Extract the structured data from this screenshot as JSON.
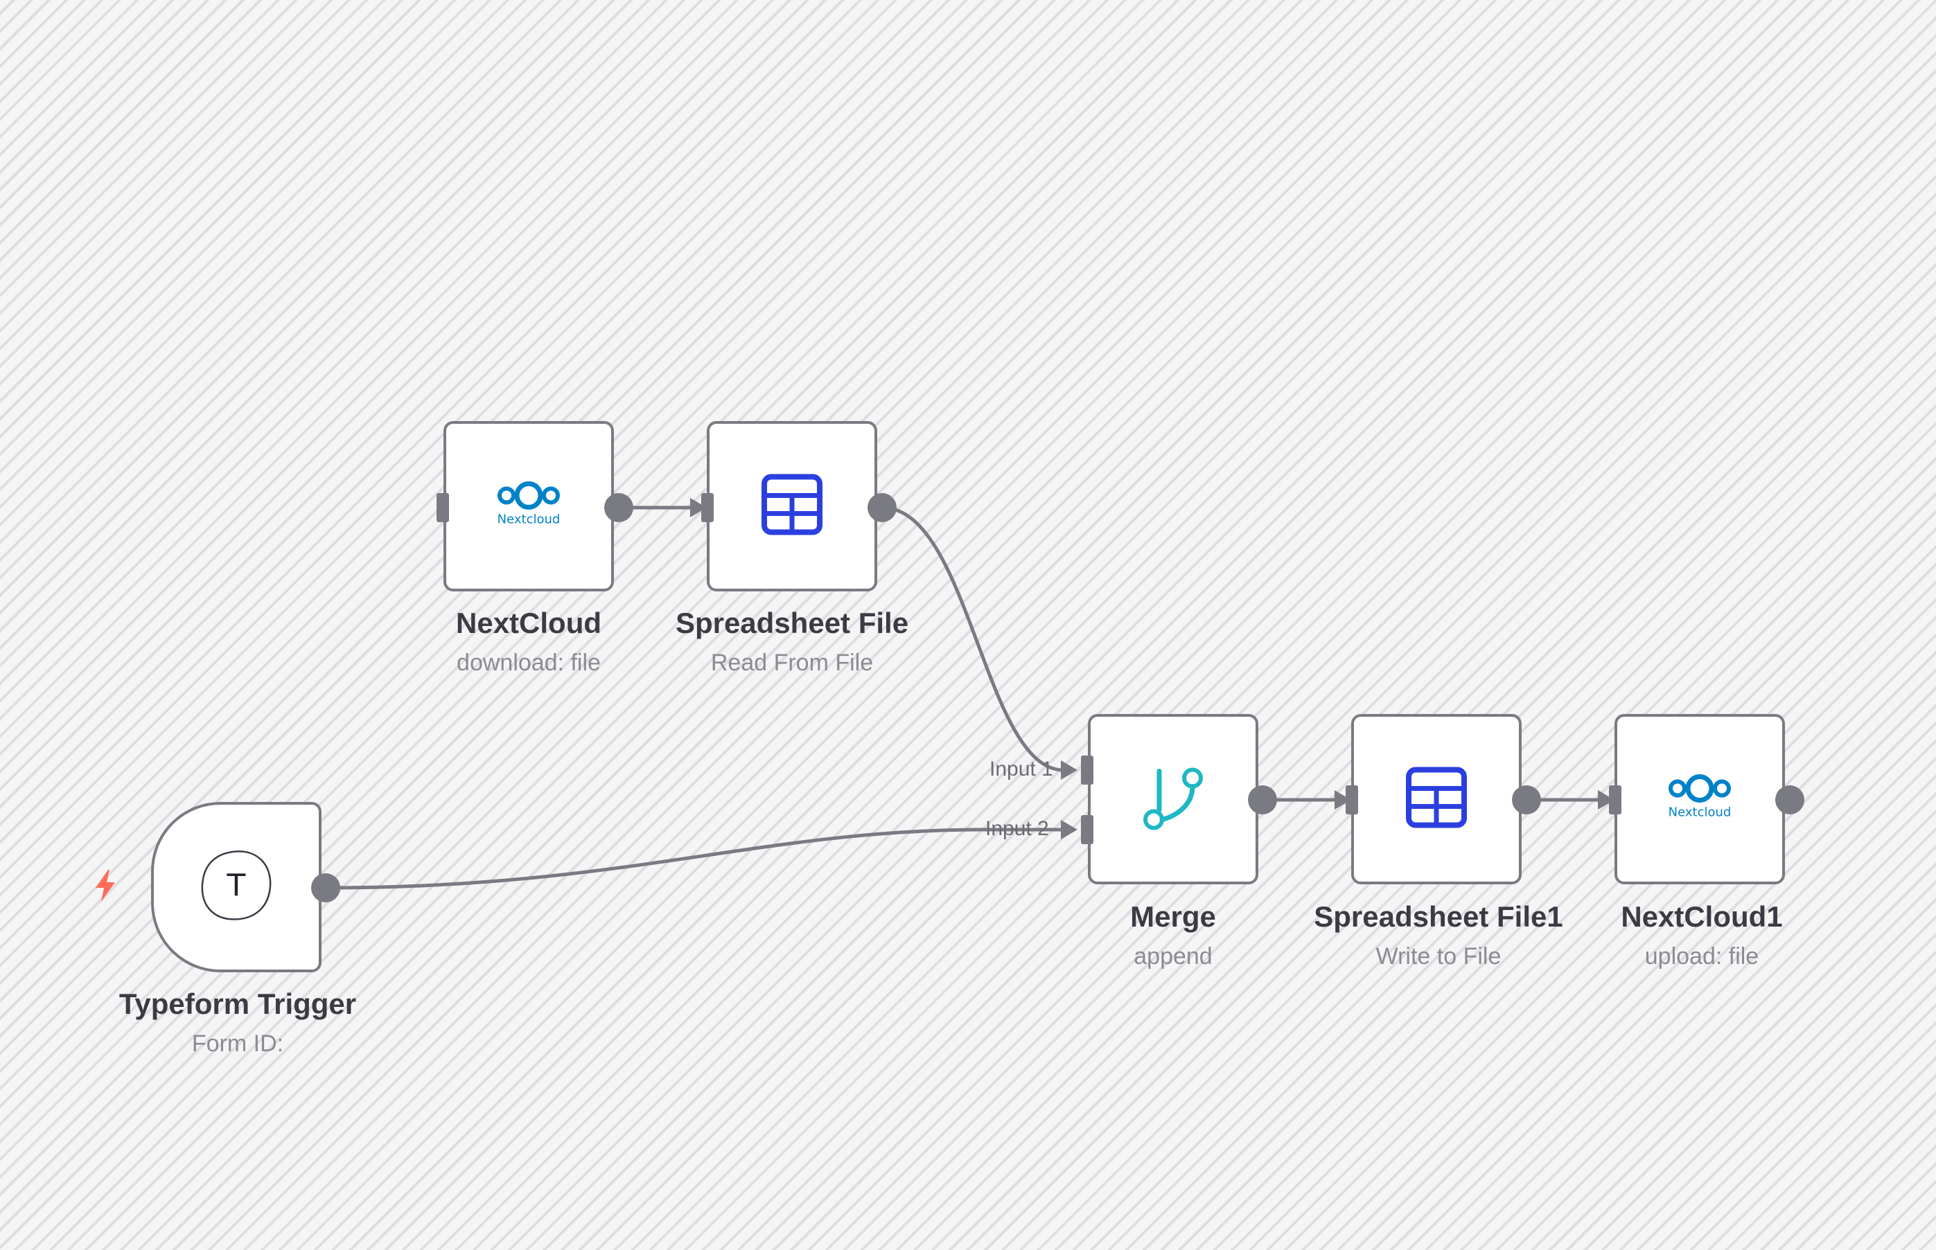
{
  "canvas": {
    "background_color": "#f5f5f6",
    "stripe_color": "#dedee2",
    "edge_color": "#7a7a82"
  },
  "nodes": [
    {
      "id": "nextcloud",
      "title": "NextCloud",
      "subtitle": "download: file",
      "icon": "nextcloud-icon",
      "icon_text": "Nextcloud"
    },
    {
      "id": "spreadsheet_file",
      "title": "Spreadsheet File",
      "subtitle": "Read From File",
      "icon": "table-grid-icon"
    },
    {
      "id": "merge",
      "title": "Merge",
      "subtitle": "append",
      "icon": "merge-branch-icon"
    },
    {
      "id": "spreadsheet_file1",
      "title": "Spreadsheet File1",
      "subtitle": "Write to File",
      "icon": "table-grid-icon"
    },
    {
      "id": "nextcloud1",
      "title": "NextCloud1",
      "subtitle": "upload: file",
      "icon": "nextcloud-icon",
      "icon_text": "Nextcloud"
    },
    {
      "id": "typeform_trigger",
      "title": "Typeform Trigger",
      "subtitle": "Form ID:",
      "icon": "typeform-icon",
      "icon_letter": "T"
    }
  ],
  "merge_inputs": {
    "input1": "Input 1",
    "input2": "Input 2"
  },
  "colors": {
    "nextcloud_blue": "#0082c9",
    "spreadsheet_blue": "#2b3fe0",
    "merge_teal": "#1fb7c4",
    "trigger_bolt": "#ff6d5a"
  }
}
